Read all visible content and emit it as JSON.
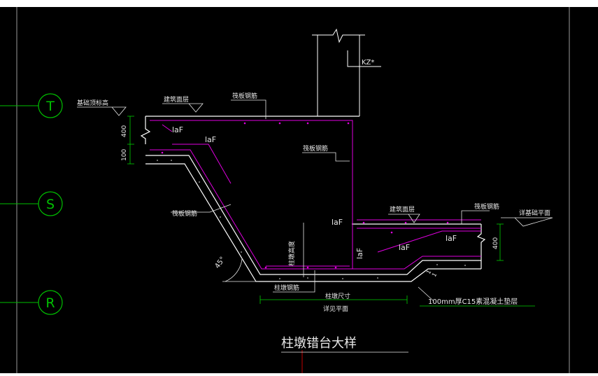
{
  "colors": {
    "background": "#000000",
    "top_strip": "#ffffff",
    "axis_green": "#00c000",
    "rebar_magenta": "#e000e0",
    "outline_white": "#ffffff",
    "annotation_white": "#e8e8e8",
    "dim_green": "#00d000",
    "center_red": "#c00000"
  },
  "axis_bubbles": [
    {
      "label": "T"
    },
    {
      "label": "S"
    },
    {
      "label": "R"
    }
  ],
  "labels": {
    "column": "KZ*",
    "foundation_top_elev_left": "基础顶标高",
    "finish_surface_left": "建筑面层",
    "raft_rebar_top": "筏板钢筋",
    "raft_rebar_mid": "筏板钢筋",
    "raft_rebar_slope": "筏板钢筋",
    "finish_surface_right": "建筑面层",
    "raft_rebar_right": "筏板钢筋",
    "foundation_top_right": "详基础平面",
    "pier_height": "柱墩高度",
    "pier_rebar_bottom": "柱墩钢筋",
    "laf_1": "laF",
    "laf_2": "laF",
    "laf_3": "laF",
    "laf_4": "laF",
    "laf_5": "laF",
    "laf_6": "laF",
    "angle": "45°",
    "dim_400_left": "400",
    "dim_100_left": "100",
    "dim_400_right": "400",
    "dim_1_1": "1",
    "dim_1_2": "1",
    "pier_size": "柱墩尺寸",
    "see_plan": "详见平面",
    "bedding": "100mm厚C15素混凝土垫层",
    "title": "柱墩错台大样"
  }
}
